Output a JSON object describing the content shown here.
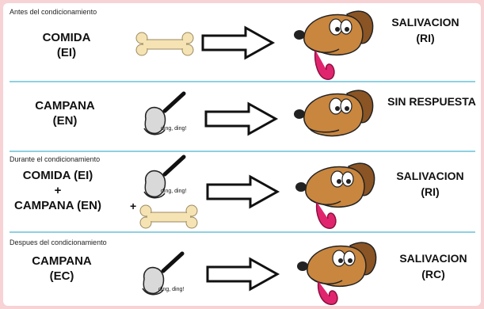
{
  "sections": {
    "before_label": "Antes del condicionamiento",
    "during_label": "Durante el condicionamiento",
    "after_label": "Despues del condicionamiento"
  },
  "rows": [
    {
      "stimulus_line1": "COMIDA",
      "stimulus_line2": "(EI)",
      "response_line1": "SALIVACION",
      "response_line2": "(RI)"
    },
    {
      "stimulus_line1": "CAMPANA",
      "stimulus_line2": "(EN)",
      "response_line1": "SIN RESPUESTA",
      "response_line2": "",
      "ding": "ding, ding!"
    },
    {
      "stimulus_line1": "COMIDA (EI)",
      "plus": "+",
      "stimulus_line3": "CAMPANA (EN)",
      "response_line1": "SALIVACION",
      "response_line2": "(RI)",
      "ding": "ding, ding!",
      "item_plus": "+"
    },
    {
      "stimulus_line1": "CAMPANA",
      "stimulus_line2": "(EC)",
      "response_line1": "SALIVACION",
      "response_line2": "(RC)",
      "ding": "ding, ding!"
    }
  ],
  "colors": {
    "divider": "#8fd0e3",
    "dog_fur": "#c9863f",
    "dog_ear": "#8a5424",
    "tongue": "#e0256e",
    "bone": "#f6e3b4"
  },
  "icons": [
    "bone-icon",
    "bell-icon",
    "arrow-icon",
    "dog-head-icon"
  ]
}
